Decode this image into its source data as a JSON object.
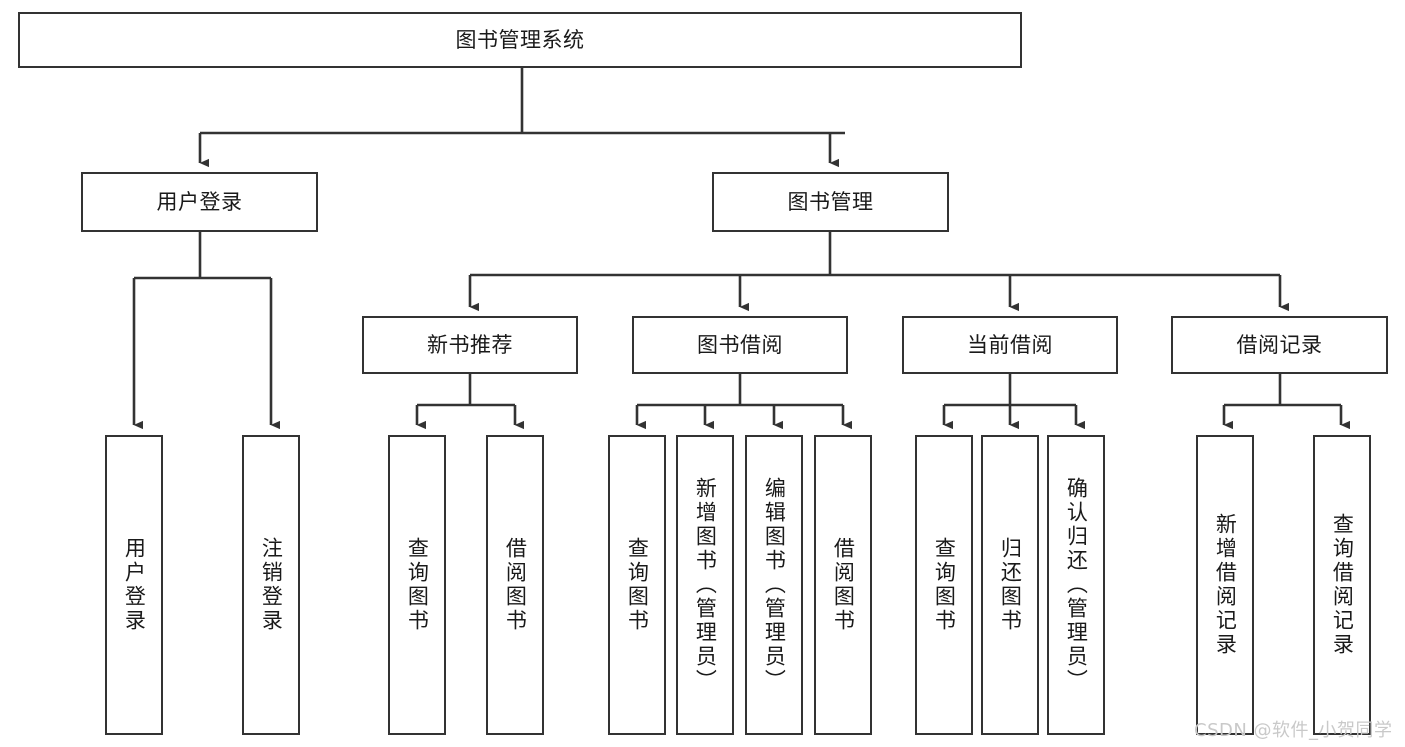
{
  "diagram": {
    "type": "tree-hierarchy",
    "title": "图书管理系统",
    "orientation": "top-down",
    "colors": {
      "box_border": "#333333",
      "box_fill": "#ffffff",
      "connector": "#333333",
      "text": "#1a1a1a",
      "watermark": "#c9c9c9",
      "background": "#ffffff"
    },
    "nodes": {
      "root": {
        "label": "图书管理系统"
      },
      "level2": [
        {
          "id": "user-login",
          "label": "用户登录"
        },
        {
          "id": "book-manage",
          "label": "图书管理"
        }
      ],
      "level3": [
        {
          "id": "new-book-recommend",
          "label": "新书推荐"
        },
        {
          "id": "book-borrow",
          "label": "图书借阅"
        },
        {
          "id": "current-borrow",
          "label": "当前借阅"
        },
        {
          "id": "borrow-record",
          "label": "借阅记录"
        }
      ],
      "leaves": {
        "user-login": [
          {
            "id": "leaf-user-login",
            "label": "用户登录"
          },
          {
            "id": "leaf-logout-login",
            "label": "注销登录"
          }
        ],
        "new-book-recommend": [
          {
            "id": "leaf-query-book-1",
            "label": "查询图书"
          },
          {
            "id": "leaf-borrow-book-1",
            "label": "借阅图书"
          }
        ],
        "book-borrow": [
          {
            "id": "leaf-query-book-2",
            "label": "查询图书"
          },
          {
            "id": "leaf-add-book",
            "label": "新增图书（管理员）"
          },
          {
            "id": "leaf-edit-book",
            "label": "编辑图书（管理员）"
          },
          {
            "id": "leaf-borrow-book-2",
            "label": "借阅图书"
          }
        ],
        "current-borrow": [
          {
            "id": "leaf-query-book-3",
            "label": "查询图书"
          },
          {
            "id": "leaf-return-book",
            "label": "归还图书"
          },
          {
            "id": "leaf-confirm-return",
            "label": "确认归还（管理员）"
          }
        ],
        "borrow-record": [
          {
            "id": "leaf-add-record",
            "label": "新增借阅记录"
          },
          {
            "id": "leaf-query-record",
            "label": "查询借阅记录"
          }
        ]
      }
    },
    "watermark": "CSDN @软件_小贺同学"
  }
}
